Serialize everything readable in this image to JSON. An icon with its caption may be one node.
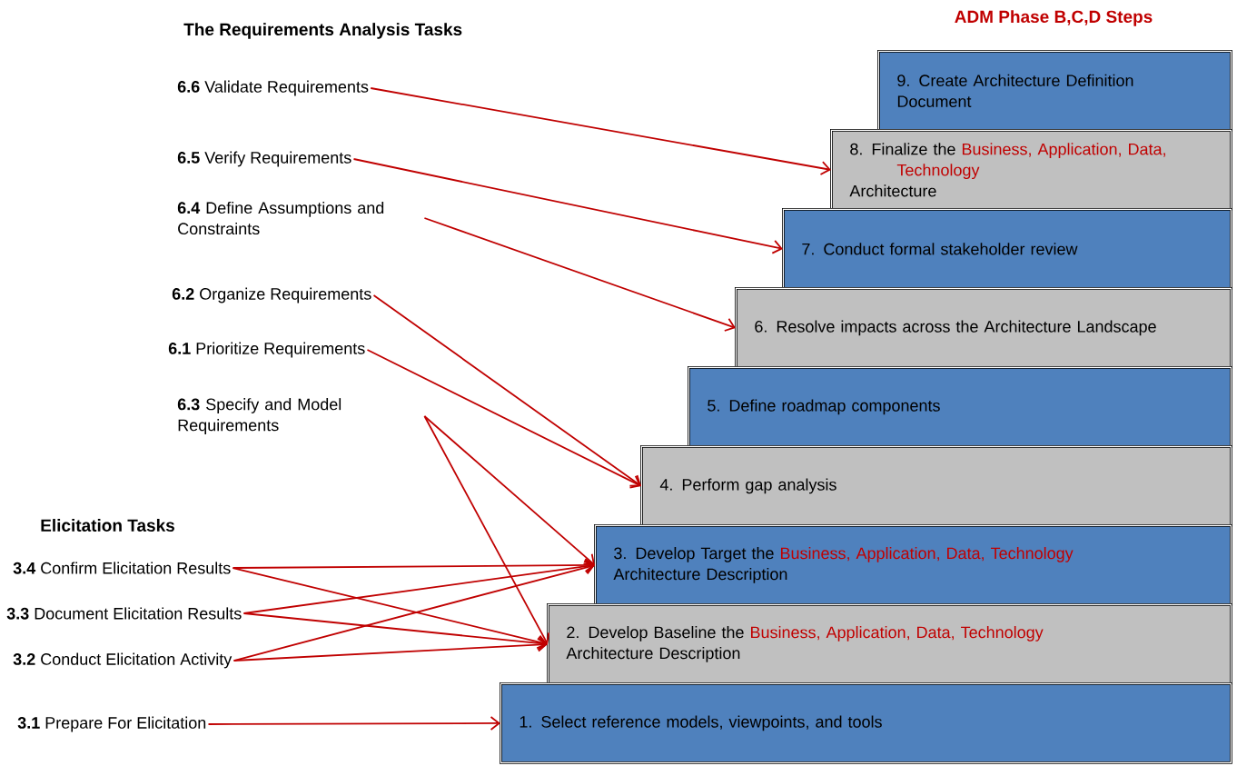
{
  "diagram": {
    "nodes": [
      {
        "text": [
          "**6.6** Validate Requirements"
        ]
      },
      {
        "text": [
          "**6.5** Verify Requirements"
        ]
      },
      {
        "text": [
          "**6.4** Define Assumptions and Constraints"
        ]
      },
      {
        "text": [
          "**6.2** Organize Requirements"
        ]
      },
      {
        "text": [
          "**6.1** Prioritize Requirements"
        ]
      },
      {
        "text": [
          "**6.3** Specify and Model Requirements"
        ]
      },
      {
        "text": [
          "**3.4** Confirm Elicitation Results"
        ]
      },
      {
        "text": [
          "**3.3** Document Elicitation Results"
        ]
      },
      {
        "text": [
          "**3.2** Conduct Elicitation Activity"
        ]
      },
      {
        "text": [
          "**3.1** Prepare For Elicitation"
        ]
      },
      {
        "text": [
          "9. Create Architecture Definition Document"
        ]
      },
      {
        "text": [
          "8. Finalize the",
          "Business, Application, Data, Technology",
          "Architecture"
        ]
      },
      {
        "text": [
          "7. Conduct formal stakeholder review"
        ]
      },
      {
        "text": [
          "6. Resolve impacts across the Architecture Landscape"
        ]
      },
      {
        "text": [
          "5. Define roadmap components"
        ]
      },
      {
        "text": [
          "4. Perform gap analysis"
        ]
      },
      {
        "text": [
          "3. Develop Target the",
          "Business, Application, Data, Technology",
          "Architecture Description"
        ]
      },
      {
        "text": [
          "2. Develop Baseline the",
          "Business, Application, Data, Technology",
          "Architecture Description"
        ]
      },
      {
        "text": [
          "1. Select reference models, viewpoints, and tools"
        ]
      }
    ],
    "edges": [
      {
        "from": 0,
        "to": 11,
        "arrow": "to"
      },
      {
        "from": 1,
        "to": 12,
        "arrow": "to"
      },
      {
        "from": 2,
        "to": 13,
        "arrow": "to"
      },
      {
        "from": 3,
        "to": 15,
        "arrow": "to"
      },
      {
        "from": 4,
        "to": 15,
        "arrow": "to"
      },
      {
        "from": 5,
        "to": 16,
        "arrow": "to"
      },
      {
        "from": 5,
        "to": 17,
        "arrow": "to"
      },
      {
        "from": 6,
        "to": 16,
        "arrow": "to"
      },
      {
        "from": 6,
        "to": 17,
        "arrow": "to"
      },
      {
        "from": 7,
        "to": 16,
        "arrow": "to"
      },
      {
        "from": 7,
        "to": 17,
        "arrow": "to"
      },
      {
        "from": 8,
        "to": 16,
        "arrow": "to"
      },
      {
        "from": 8,
        "to": 17,
        "arrow": "to"
      },
      {
        "from": 9,
        "to": 18,
        "arrow": "to"
      }
    ],
    "labels": [
      "ADM Phase B,C,D Steps",
      "The Requirements Analysis Tasks",
      "Elicitation Tasks"
    ]
  }
}
